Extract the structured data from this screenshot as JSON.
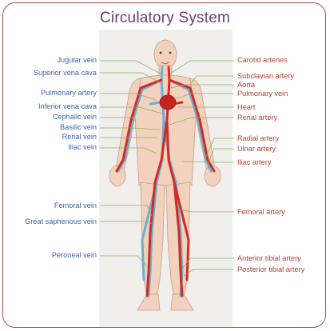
{
  "title": "Circulatory System",
  "colors": {
    "border": "#b34a43",
    "title": "#6a3a7a",
    "vein_text": "#3d63b2",
    "artery_text": "#b3402f",
    "leader": "#8db05a",
    "artery": "#d42a25",
    "vein": "#6aaed0",
    "skin": "#f2d2bd"
  },
  "veins": [
    "Jugular vein",
    "Superior vena cava",
    "Pulmonary artery",
    "Inferior vena cava",
    "Cephalic vein",
    "Basilic vein",
    "Renal vein",
    "Iliac vein",
    "Femoral vein",
    "Great saphenous vein",
    "Peroneal vein"
  ],
  "arteries": [
    "Carotid arteries",
    "Subclavian artery",
    "Aorta",
    "Pulmonary vein",
    "Heart",
    "Renal artery",
    "Radial artery",
    "Ulnar artery",
    "Iliac artery",
    "Femoral  artery",
    "Anterior tibial artery",
    "Posterior tibial artery"
  ]
}
